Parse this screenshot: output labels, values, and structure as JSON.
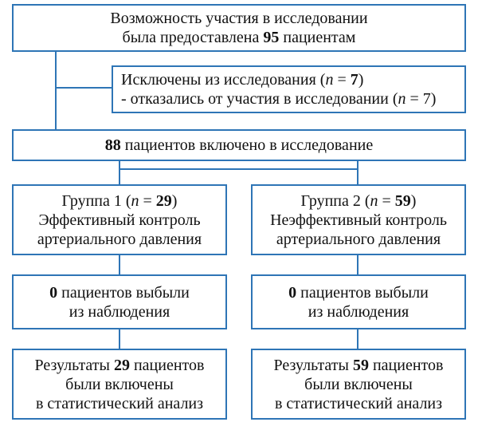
{
  "diagram": {
    "border_color": "#2e75b6",
    "boxes": [
      {
        "id": "enrollment-box",
        "lines": [
          [
            {
              "t": "Возможность участия в исследовании"
            }
          ],
          [
            {
              "t": "была предоставлена "
            },
            {
              "t": "95",
              "b": true
            },
            {
              "t": " пациентам"
            }
          ]
        ]
      },
      {
        "id": "excluded-box",
        "align": "left",
        "lines": [
          [
            {
              "t": "Исключены из исследования ("
            },
            {
              "t": "n",
              "i": true
            },
            {
              "t": " = "
            },
            {
              "t": "7",
              "b": true
            },
            {
              "t": ")"
            }
          ],
          [
            {
              "t": "- отказались от участия в исследовании ("
            },
            {
              "t": "n",
              "i": true
            },
            {
              "t": " = 7)"
            }
          ]
        ]
      },
      {
        "id": "included-box",
        "lines": [
          [
            {
              "t": "88",
              "b": true
            },
            {
              "t": " пациентов включено в исследование"
            }
          ]
        ]
      },
      {
        "id": "group-1-box",
        "lines": [
          [
            {
              "t": "Группа 1 ("
            },
            {
              "t": "n",
              "i": true
            },
            {
              "t": " = "
            },
            {
              "t": "29",
              "b": true
            },
            {
              "t": ")"
            }
          ],
          [
            {
              "t": "Эффективный контроль"
            }
          ],
          [
            {
              "t": "артериального давления"
            }
          ]
        ]
      },
      {
        "id": "group-2-box",
        "lines": [
          [
            {
              "t": "Группа 2 ("
            },
            {
              "t": "n",
              "i": true
            },
            {
              "t": " = "
            },
            {
              "t": "59",
              "b": true
            },
            {
              "t": ")"
            }
          ],
          [
            {
              "t": "Неэффективный контроль"
            }
          ],
          [
            {
              "t": "артериального давления"
            }
          ]
        ]
      },
      {
        "id": "dropout-1-box",
        "lines": [
          [
            {
              "t": "0",
              "b": true
            },
            {
              "t": " пациентов выбыли"
            }
          ],
          [
            {
              "t": "из наблюдения"
            }
          ]
        ]
      },
      {
        "id": "dropout-2-box",
        "lines": [
          [
            {
              "t": "0",
              "b": true
            },
            {
              "t": " пациентов выбыли"
            }
          ],
          [
            {
              "t": "из наблюдения"
            }
          ]
        ]
      },
      {
        "id": "analysis-1-box",
        "lines": [
          [
            {
              "t": "Результаты "
            },
            {
              "t": "29",
              "b": true
            },
            {
              "t": " пациентов"
            }
          ],
          [
            {
              "t": "были включены"
            }
          ],
          [
            {
              "t": "в статистический анализ"
            }
          ]
        ]
      },
      {
        "id": "analysis-2-box",
        "lines": [
          [
            {
              "t": "Результаты "
            },
            {
              "t": "59",
              "b": true
            },
            {
              "t": " пациентов"
            }
          ],
          [
            {
              "t": "были включены"
            }
          ],
          [
            {
              "t": "в статистический анализ"
            }
          ]
        ]
      }
    ]
  }
}
